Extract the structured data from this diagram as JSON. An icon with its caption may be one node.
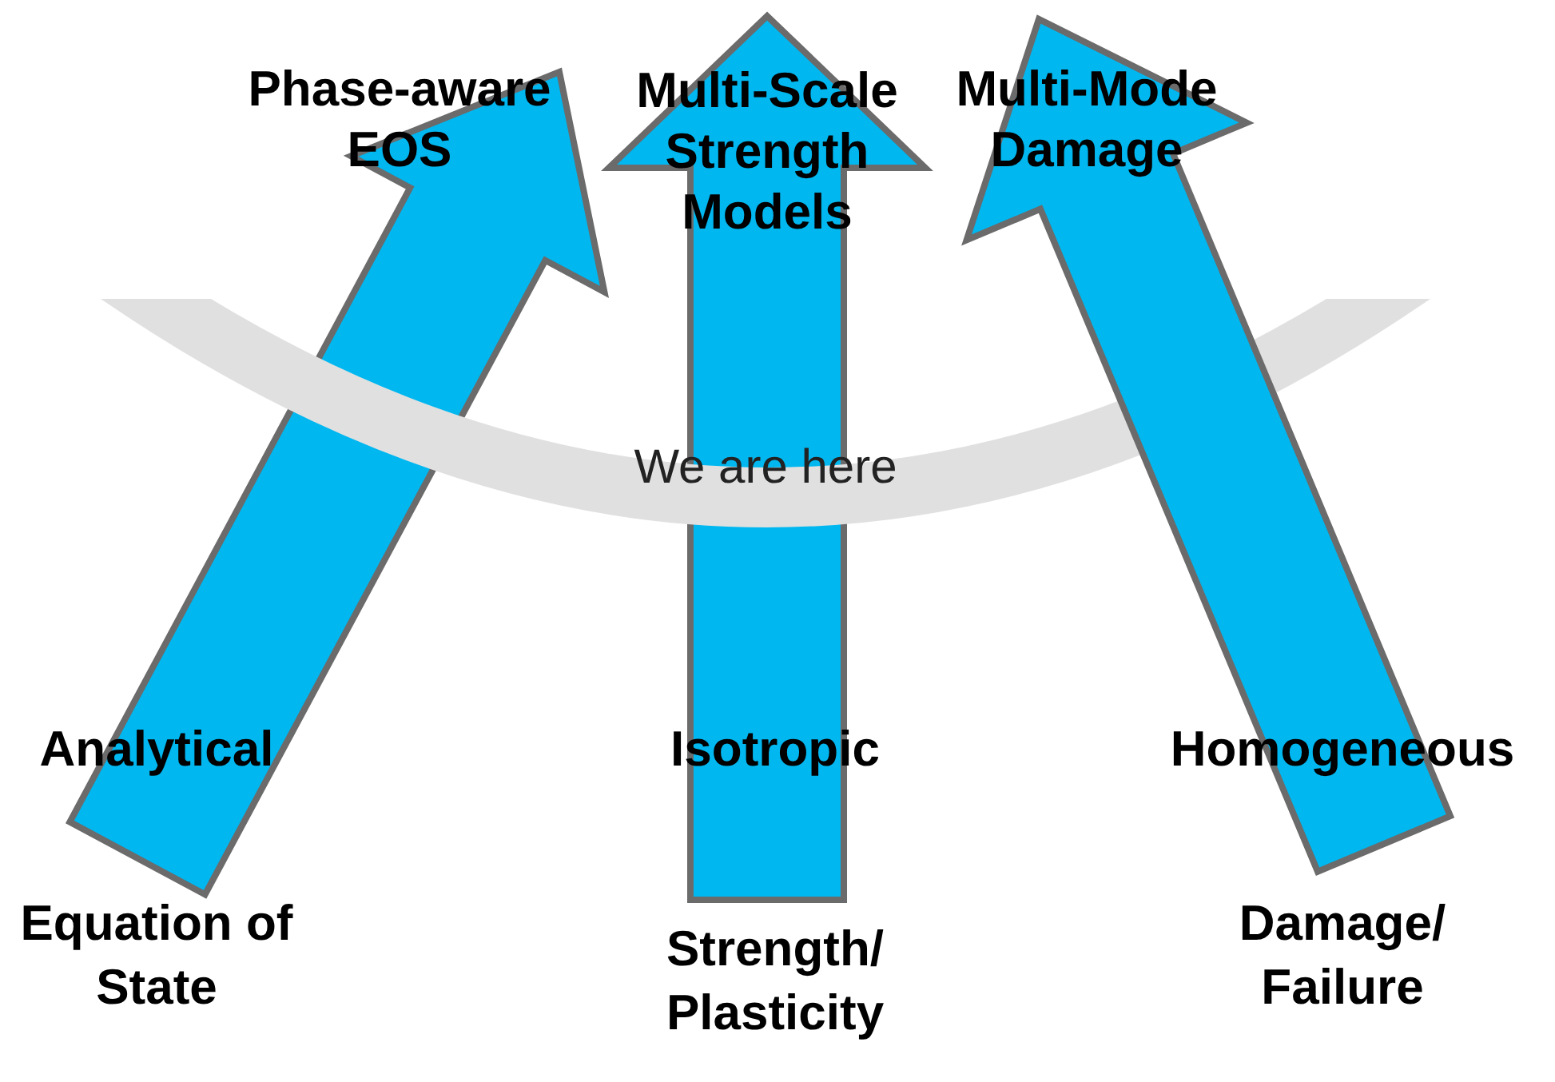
{
  "diagram": {
    "nodes": [
      {
        "text": [
          "Analytical"
        ],
        "beside": [
          "Equation of State"
        ]
      },
      {
        "text": [
          "Phase-aware EOS"
        ]
      },
      {
        "text": [
          "Isotropic"
        ],
        "beside": [
          "Strength/ Plasticity"
        ]
      },
      {
        "text": [
          "Multi-Scale Strength Models"
        ]
      },
      {
        "text": [
          "Homogeneous"
        ],
        "beside": [
          "Damage/ Failure"
        ]
      },
      {
        "text": [
          "Multi-Mode Damage"
        ]
      },
      {
        "text": [
          "We are here"
        ]
      }
    ],
    "edges": [
      {
        "from": 0,
        "to": 1,
        "arrow": "to"
      },
      {
        "from": 2,
        "to": 3,
        "arrow": "to"
      },
      {
        "from": 4,
        "to": 5,
        "arrow": "to"
      }
    ]
  }
}
